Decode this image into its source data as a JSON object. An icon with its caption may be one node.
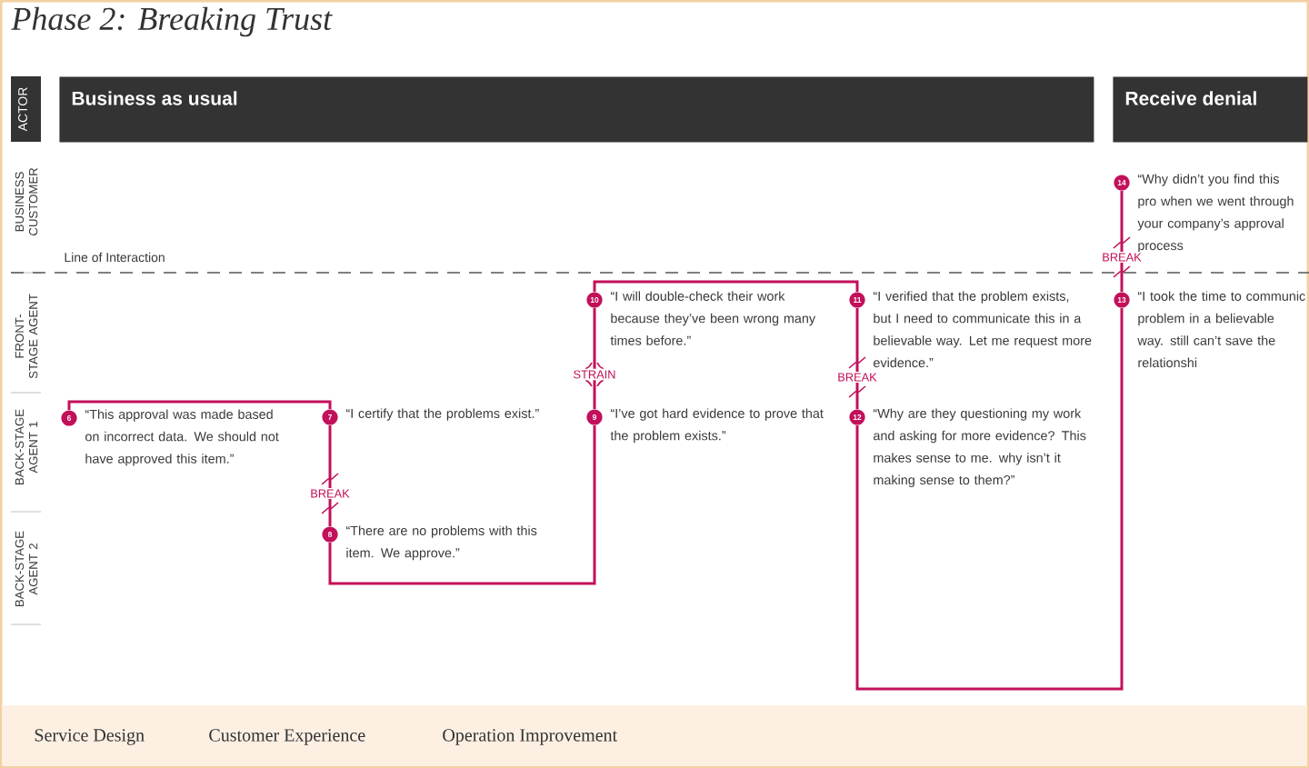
{
  "diagram": {
    "title": "Phase 2: Breaking Trust",
    "nodes": [
      {
        "text": [
          "Business as usual"
        ]
      },
      {
        "text": [
          "Receive denial"
        ]
      },
      {
        "text": [
          "6"
        ],
        "beside": [
          "“This approval was made based on incorrect data. We should not have approved this item.”"
        ]
      },
      {
        "text": [
          "7"
        ],
        "beside": [
          "“I certify that the problems exist.”"
        ]
      },
      {
        "text": [
          "8"
        ],
        "beside": [
          "“There are no problems with this item. We approve.”"
        ]
      },
      {
        "text": [
          "9"
        ],
        "beside": [
          "“I’ve got hard evidence to prove that the problem exists.”"
        ]
      },
      {
        "text": [
          "10"
        ],
        "beside": [
          "“I will double-check their work because they’ve been wrong many times before.”"
        ]
      },
      {
        "text": [
          "11"
        ],
        "beside": [
          "“I verified that the problem exists, but I need to communicate this in a believable way. Let me request more evidence.”"
        ]
      },
      {
        "text": [
          "12"
        ],
        "beside": [
          "“Why are they questioning my work and asking for more evidence? This makes sense to me. why isn’t it making sense to them?”"
        ]
      },
      {
        "text": [
          "13"
        ],
        "beside": [
          "“I took the time to communic problem in a believable way. still can’t save the relationshi"
        ]
      },
      {
        "text": [
          "14"
        ],
        "beside": [
          "“Why didn’t you find this pro when we went through your company’s approval process"
        ]
      }
    ],
    "edges": [
      {
        "from": 2,
        "to": 3,
        "arrow": "none"
      },
      {
        "from": 3,
        "to": 4,
        "arrow": "none",
        "label": "BREAK"
      },
      {
        "from": 4,
        "to": 5,
        "arrow": "none"
      },
      {
        "from": 5,
        "to": 6,
        "arrow": "none",
        "label": "STRAIN"
      },
      {
        "from": 6,
        "to": 7,
        "arrow": "none"
      },
      {
        "from": 7,
        "to": 8,
        "arrow": "none",
        "label": "BREAK"
      },
      {
        "from": 8,
        "to": 9,
        "arrow": "none"
      },
      {
        "from": 9,
        "to": 10,
        "arrow": "none",
        "label": "BREAK"
      }
    ],
    "labels": [
      "ACTOR",
      "BUSINESS CUSTOMER",
      "Line of Interaction",
      "FRONT-STAGE AGENT",
      "BACK-STAGE AGENT 1",
      "BACK-STAGE AGENT 2",
      "Service Design",
      "Customer Experience",
      "Operation Improvement"
    ]
  }
}
